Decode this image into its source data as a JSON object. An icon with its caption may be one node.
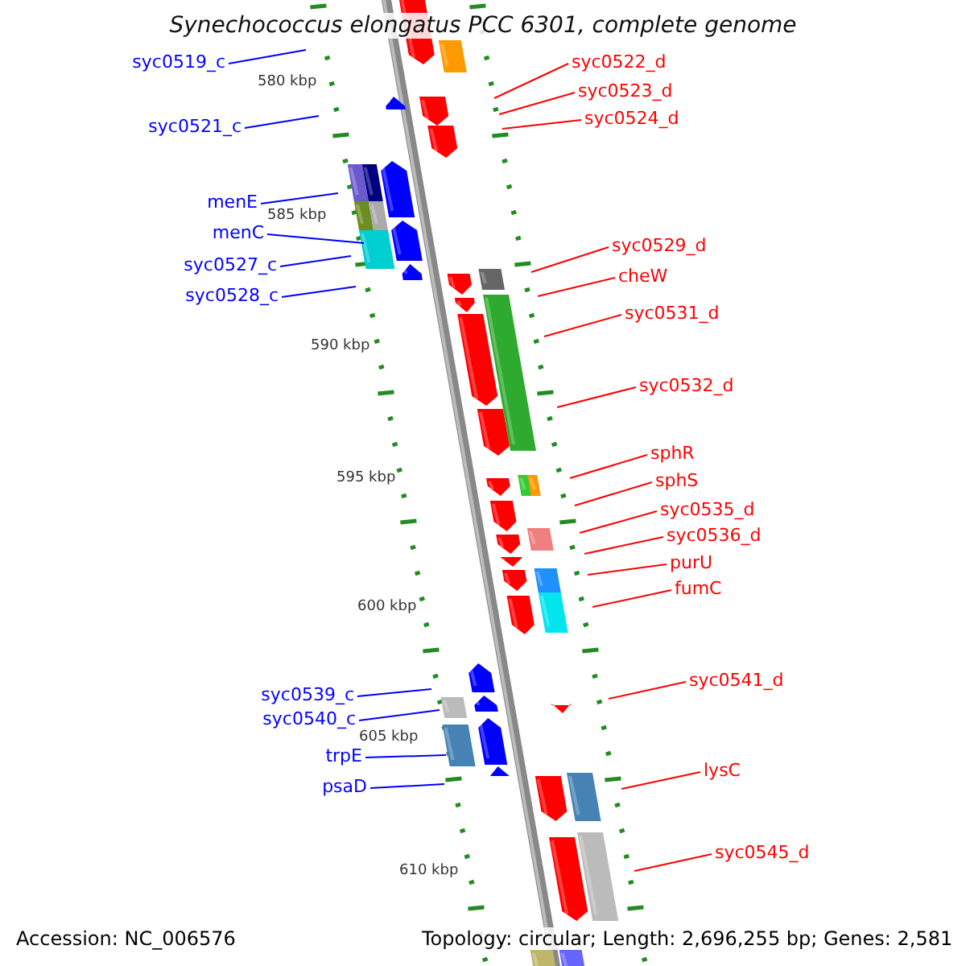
{
  "diagram": {
    "title": "Synechococcus elongatus PCC 6301, complete genome",
    "nodes": [
      {
        "text": [
          "syc0519_c"
        ]
      },
      {
        "text": [
          "syc0522_d"
        ]
      },
      {
        "text": [
          "syc0523_d"
        ]
      },
      {
        "text": [
          "syc0524_d"
        ]
      },
      {
        "text": [
          "syc0521_c"
        ]
      },
      {
        "text": [
          "menE"
        ]
      },
      {
        "text": [
          "menC"
        ]
      },
      {
        "text": [
          "syc0529_d"
        ]
      },
      {
        "text": [
          "syc0527_c"
        ]
      },
      {
        "text": [
          "cheW"
        ]
      },
      {
        "text": [
          "syc0528_c"
        ]
      },
      {
        "text": [
          "syc0531_d"
        ]
      },
      {
        "text": [
          "syc0532_d"
        ]
      },
      {
        "text": [
          "sphR"
        ]
      },
      {
        "text": [
          "sphS"
        ]
      },
      {
        "text": [
          "syc0535_d"
        ]
      },
      {
        "text": [
          "syc0536_d"
        ]
      },
      {
        "text": [
          "purU"
        ]
      },
      {
        "text": [
          "fumC"
        ]
      },
      {
        "text": [
          "syc0541_d"
        ]
      },
      {
        "text": [
          "syc0539_c"
        ]
      },
      {
        "text": [
          "syc0540_c"
        ]
      },
      {
        "text": [
          "trpE"
        ]
      },
      {
        "text": [
          "lysC"
        ]
      },
      {
        "text": [
          "psaD"
        ]
      },
      {
        "text": [
          "syc0545_d"
        ]
      }
    ],
    "edges": [
      {
        "from": 0,
        "to": null,
        "arrow": "none",
        "color": "#0000ff"
      },
      {
        "from": 1,
        "to": null,
        "arrow": "none"
      },
      {
        "from": 2,
        "to": null,
        "arrow": "none"
      },
      {
        "from": 3,
        "to": null,
        "arrow": "none"
      },
      {
        "from": 4,
        "to": null,
        "arrow": "none",
        "color": "#0000ff"
      },
      {
        "from": 5,
        "to": null,
        "arrow": "none",
        "color": "#0000ff"
      },
      {
        "from": 6,
        "to": null,
        "arrow": "none",
        "color": "#0000ff"
      },
      {
        "from": 7,
        "to": null,
        "arrow": "none"
      },
      {
        "from": 8,
        "to": null,
        "arrow": "none",
        "color": "#0000ff"
      },
      {
        "from": 9,
        "to": null,
        "arrow": "none"
      },
      {
        "from": 10,
        "to": null,
        "arrow": "none",
        "color": "#0000ff"
      },
      {
        "from": 11,
        "to": null,
        "arrow": "none"
      },
      {
        "from": 12,
        "to": null,
        "arrow": "none"
      },
      {
        "from": 13,
        "to": null,
        "arrow": "none"
      },
      {
        "from": 14,
        "to": null,
        "arrow": "none"
      },
      {
        "from": 15,
        "to": null,
        "arrow": "none"
      },
      {
        "from": 16,
        "to": null,
        "arrow": "none"
      },
      {
        "from": 17,
        "to": null,
        "arrow": "none"
      },
      {
        "from": 18,
        "to": null,
        "arrow": "none"
      },
      {
        "from": 19,
        "to": null,
        "arrow": "none"
      },
      {
        "from": 20,
        "to": null,
        "arrow": "none",
        "color": "#0000ff"
      },
      {
        "from": 21,
        "to": null,
        "arrow": "none",
        "color": "#0000ff"
      },
      {
        "from": 22,
        "to": null,
        "arrow": "none",
        "color": "#0000ff"
      },
      {
        "from": 23,
        "to": null,
        "arrow": "none"
      },
      {
        "from": 24,
        "to": null,
        "arrow": "none",
        "color": "#0000ff"
      },
      {
        "from": 25,
        "to": null,
        "arrow": "none"
      }
    ],
    "labels": [
      "580 kbp",
      "585 kbp",
      "590 kbp",
      "595 kbp",
      "600 kbp",
      "605 kbp",
      "610 kbp",
      "Accession: NC_006576",
      "Topology: circular; Length: 2,696,255 bp; Genes: 2,581"
    ]
  }
}
